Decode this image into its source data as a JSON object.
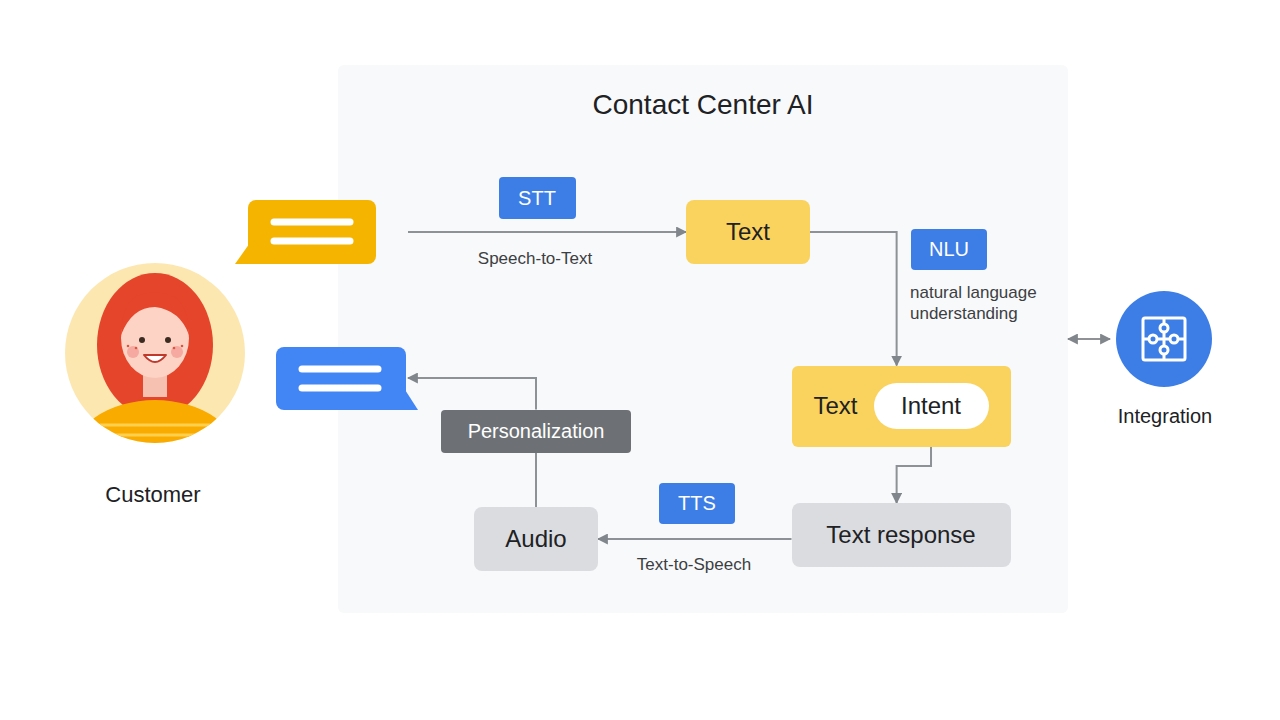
{
  "diagram": {
    "nodes": [
      {
        "text": [
          "Customer"
        ]
      },
      {
        "text": [
          "Contact Center AI"
        ]
      },
      {
        "text": [
          "STT"
        ],
        "in": 1
      },
      {
        "text": [
          "Text"
        ],
        "in": 1
      },
      {
        "text": [
          "NLU"
        ],
        "in": 1
      },
      {
        "text": [
          "Text"
        ],
        "in": 1
      },
      {
        "text": [
          "Intent"
        ],
        "in": 5
      },
      {
        "text": [
          "Personalization"
        ],
        "in": 1
      },
      {
        "text": [
          "TTS"
        ],
        "in": 1
      },
      {
        "text": [
          "Audio"
        ],
        "in": 1
      },
      {
        "text": [
          "Text response"
        ],
        "in": 1
      },
      {
        "text": [
          "Integration"
        ]
      }
    ],
    "edges": [
      {
        "from": 0,
        "to": 3,
        "arrow": "to",
        "label": "Speech-to-Text"
      },
      {
        "from": 3,
        "to": 5,
        "arrow": "to",
        "label": "natural language understanding"
      },
      {
        "from": 6,
        "to": 10,
        "arrow": "to"
      },
      {
        "from": 10,
        "to": 9,
        "arrow": "to",
        "label": "Text-to-Speech"
      },
      {
        "from": 9,
        "to": 7,
        "arrow": "none"
      },
      {
        "from": 7,
        "to": 0,
        "arrow": "to"
      },
      {
        "from": 1,
        "to": 11,
        "arrow": "both"
      }
    ]
  }
}
